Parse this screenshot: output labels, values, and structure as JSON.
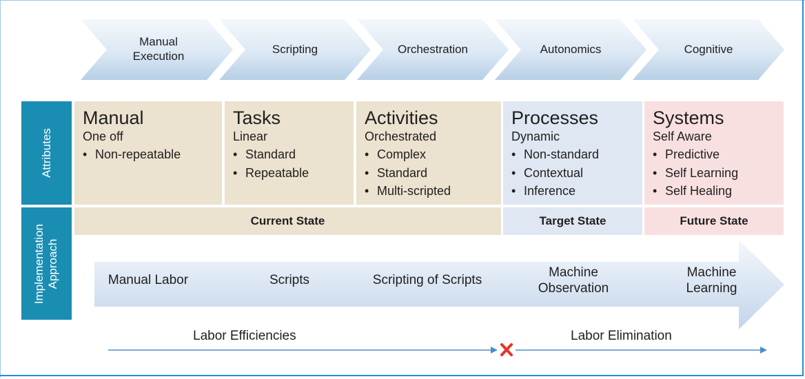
{
  "stages": [
    {
      "label": "Manual\nExecution"
    },
    {
      "label": "Scripting"
    },
    {
      "label": "Orchestration"
    },
    {
      "label": "Autonomics"
    },
    {
      "label": "Cognitive"
    }
  ],
  "side_labels": {
    "attributes": "Attributes",
    "implementation": "Implementation\nApproach"
  },
  "attributes": [
    {
      "title": "Manual",
      "subtitle": "One off",
      "bullets": [
        "Non-repeatable"
      ]
    },
    {
      "title": "Tasks",
      "subtitle": "Linear",
      "bullets": [
        "Standard",
        "Repeatable"
      ]
    },
    {
      "title": "Activities",
      "subtitle": "Orchestrated",
      "bullets": [
        "Complex",
        "Standard",
        "Multi-scripted"
      ]
    },
    {
      "title": "Processes",
      "subtitle": "Dynamic",
      "bullets": [
        "Non-standard",
        "Contextual",
        "Inference"
      ]
    },
    {
      "title": "Systems",
      "subtitle": "Self Aware",
      "bullets": [
        "Predictive",
        "Self Learning",
        "Self Healing"
      ]
    }
  ],
  "states": {
    "current": "Current State",
    "target": "Target State",
    "future": "Future State"
  },
  "implementation": [
    {
      "label": "Manual Labor"
    },
    {
      "label": "Scripts"
    },
    {
      "label": "Scripting of Scripts"
    },
    {
      "label": "Machine\nObservation"
    },
    {
      "label": "Machine\nLearning"
    }
  ],
  "outcomes": {
    "left": "Labor Efficiencies",
    "right": "Labor Elimination"
  },
  "colors": {
    "side_bar": "#1a8db3",
    "current_bg": "#ebe2cf",
    "target_bg": "#dfe7f2",
    "future_bg": "#f9e0e0",
    "arrow_line": "#4a8fc9",
    "cross": "#e8332a"
  }
}
